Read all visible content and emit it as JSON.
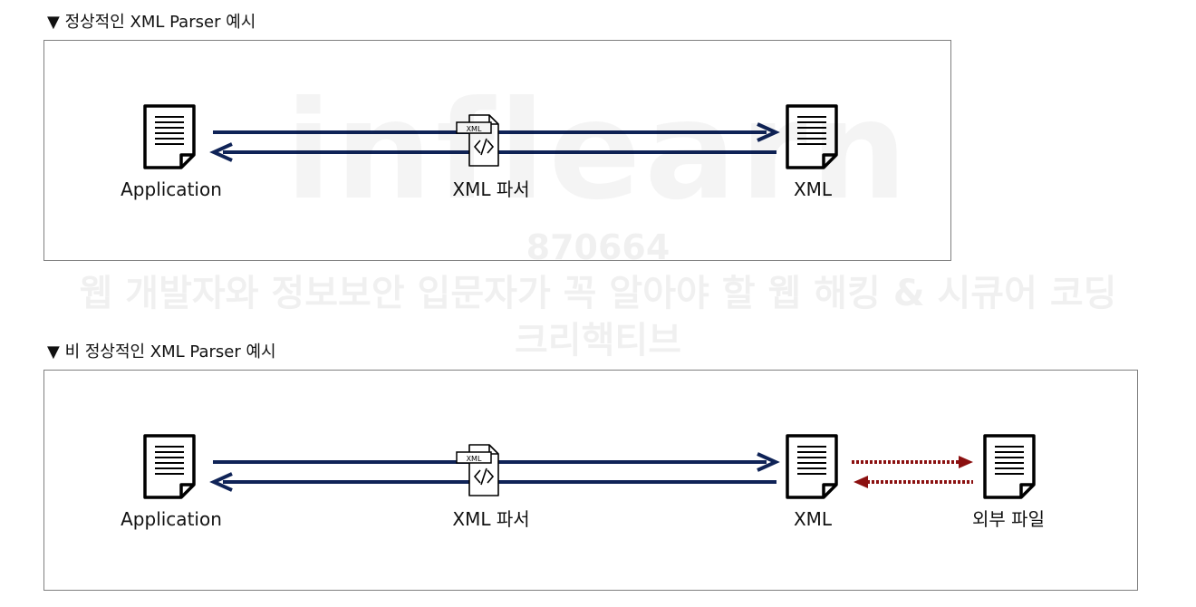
{
  "headings": {
    "normal": "▼ 정상적인 XML Parser 예시",
    "abnormal": "▼ 비 정상적인 XML Parser 예시"
  },
  "diagram_normal": {
    "labels": {
      "application": "Application",
      "parser": "XML 파서",
      "xml": "XML"
    },
    "parser_tag": "XML"
  },
  "diagram_abnormal": {
    "labels": {
      "application": "Application",
      "parser": "XML 파서",
      "xml": "XML",
      "external": "외부 파일"
    },
    "parser_tag": "XML"
  },
  "colors": {
    "solid_arrow": "#0f2357",
    "dotted_arrow": "#8b1010",
    "frame_border": "#7f7f7f"
  },
  "icons": [
    "document-icon",
    "xml-file-icon"
  ],
  "watermark": {
    "brand": "inflearn",
    "id": "870664",
    "course": "웹 개발자와 정보보안 입문자가 꼭 알아야 할 웹 해킹 & 시큐어 코딩",
    "author": "크리핵티브"
  }
}
